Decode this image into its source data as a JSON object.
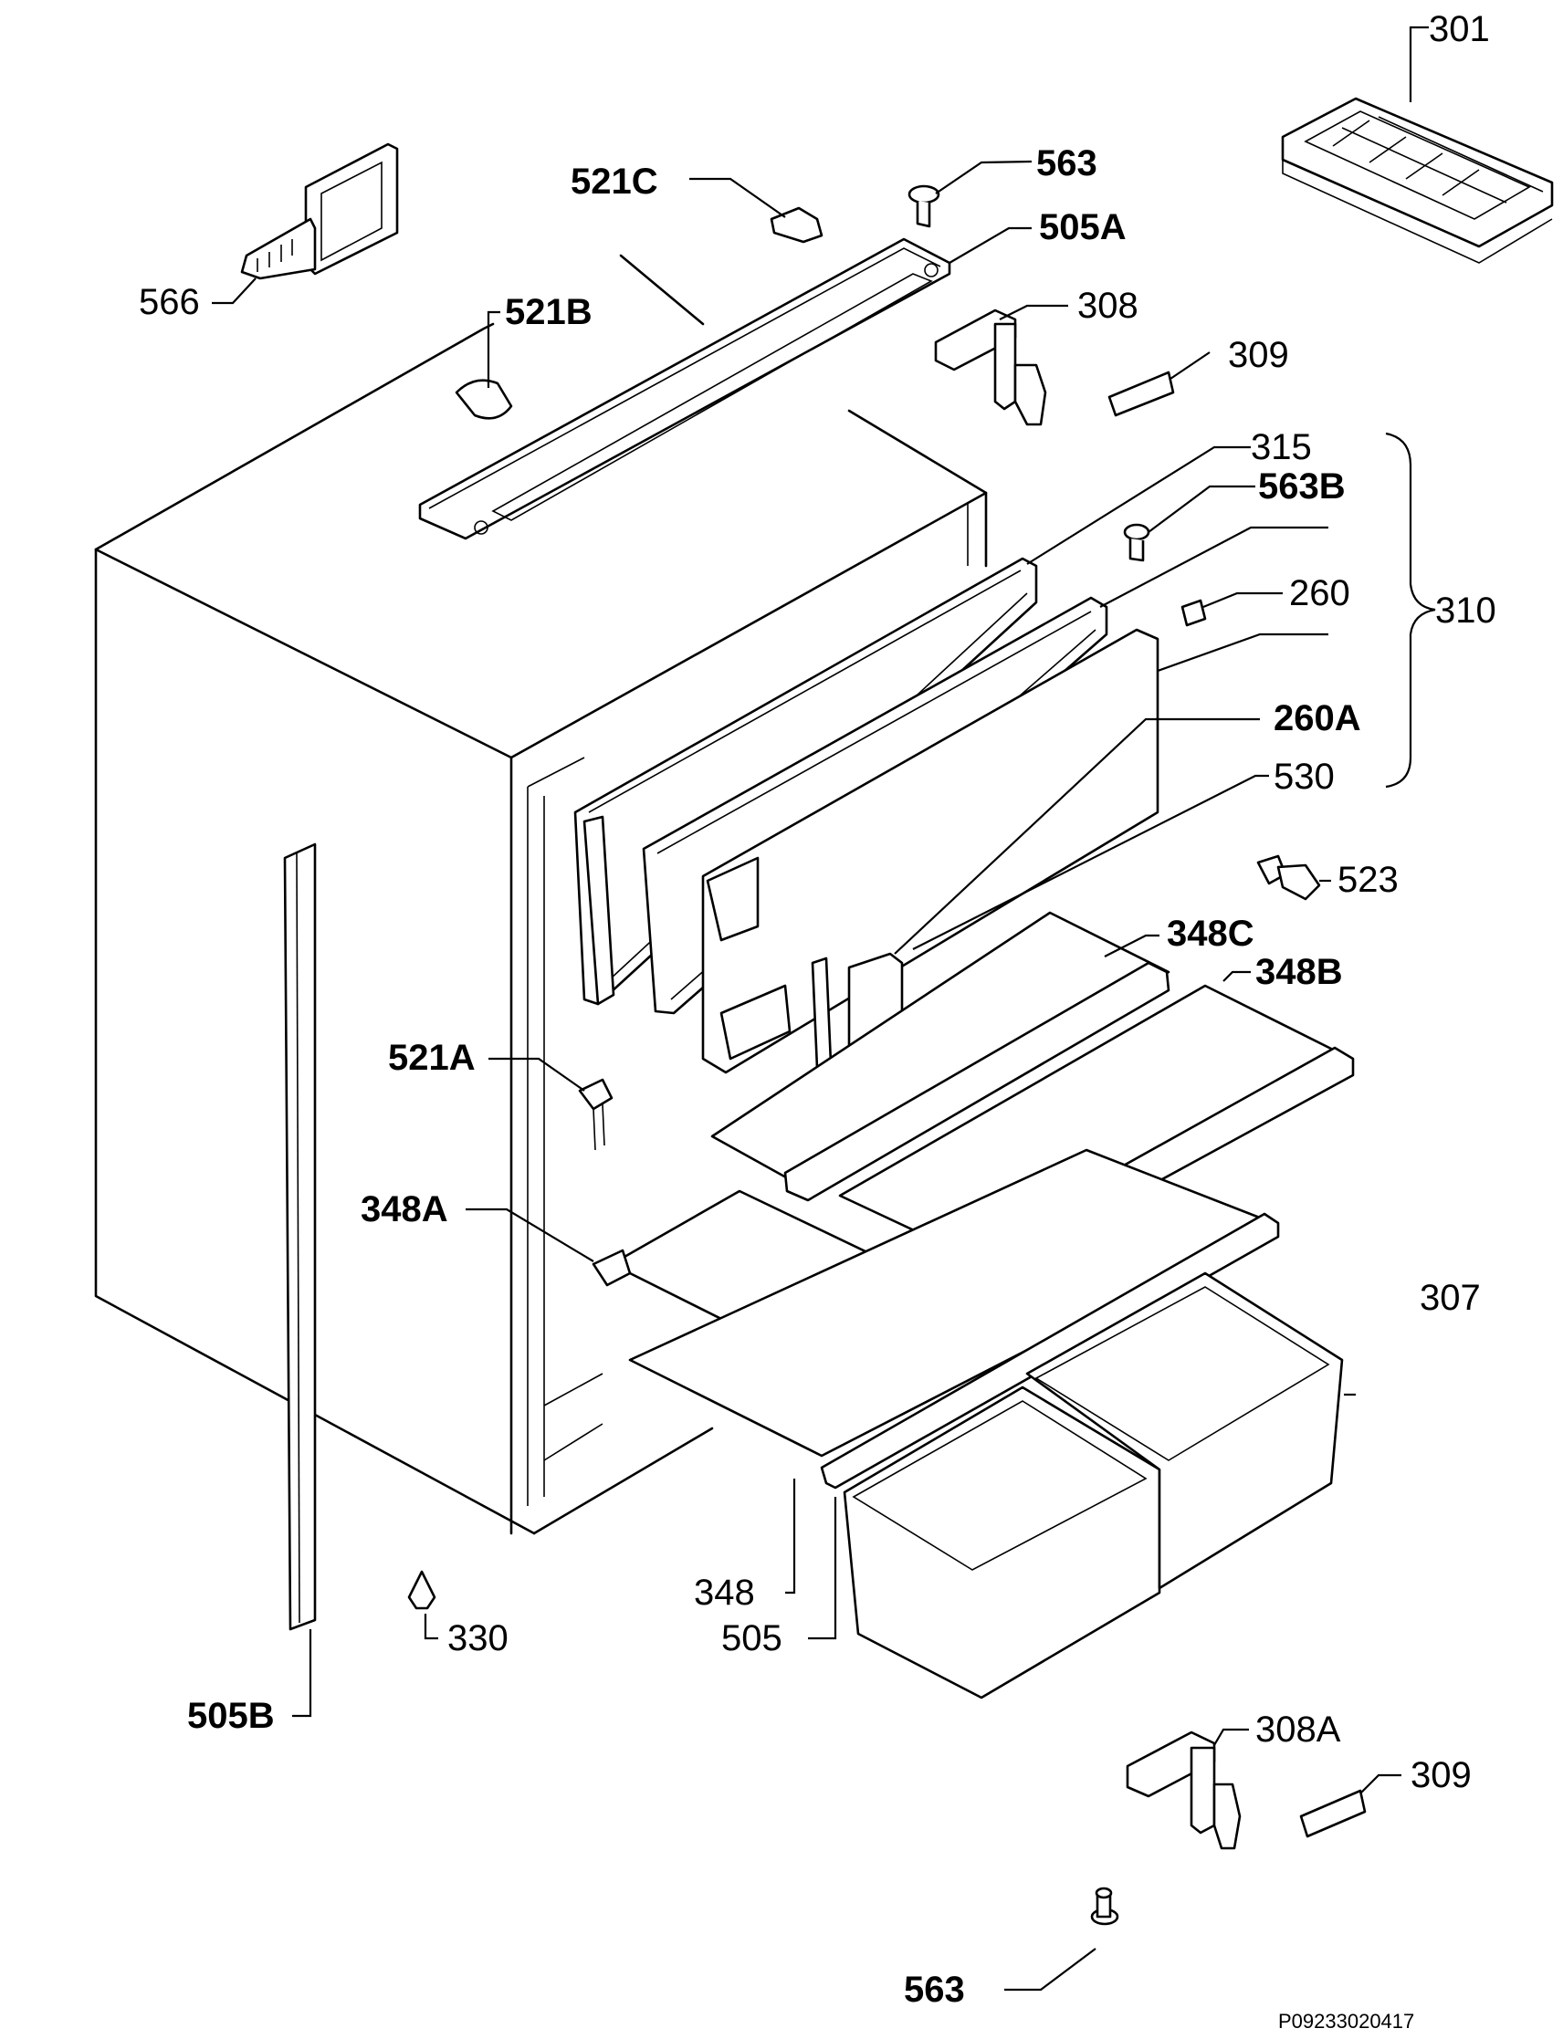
{
  "labels": {
    "p301": "301",
    "p521c": "521C",
    "p563_top": "563",
    "p505a": "505A",
    "p566": "566",
    "p521b": "521B",
    "p308": "308",
    "p309_top": "309",
    "p315": "315",
    "p563b": "563B",
    "p260": "260",
    "p310": "310",
    "p260a": "260A",
    "p530": "530",
    "p523": "523",
    "p348c": "348C",
    "p348b": "348B",
    "p521a": "521A",
    "p348a": "348A",
    "p307": "307",
    "p348": "348",
    "p505": "505",
    "p330": "330",
    "p505b": "505B",
    "p308a": "308A",
    "p309_bottom": "309",
    "p563_bottom": "563"
  },
  "reference_number": "P09233020417"
}
